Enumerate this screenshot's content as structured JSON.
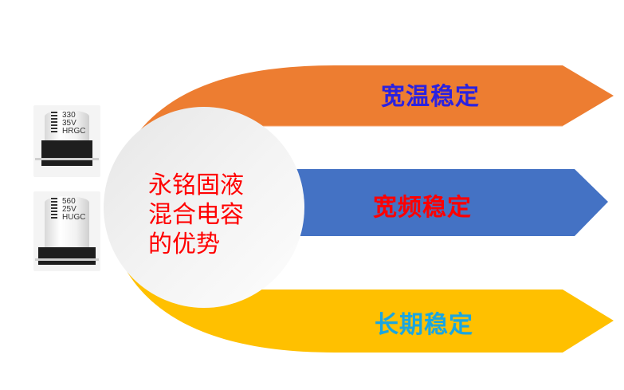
{
  "diagram": {
    "center": {
      "lines": [
        "永铭固液",
        "混合电容",
        "的优势"
      ],
      "text_color": "#ff0000",
      "circle_color": "#f2f2f2"
    },
    "arrows": [
      {
        "label": "宽温稳定",
        "fill": "#ed7d31",
        "text_color": "#2b22e0"
      },
      {
        "label": "宽频稳定",
        "fill": "#4472c4",
        "text_color": "#ff0000"
      },
      {
        "label": "长期稳定",
        "fill": "#ffc000",
        "text_color": "#1aa6e0"
      }
    ],
    "capacitors": [
      {
        "line1": "330",
        "line2": "35V",
        "line3": "HRGC"
      },
      {
        "line1": "560",
        "line2": "25V",
        "line3": "HUGC"
      }
    ]
  }
}
